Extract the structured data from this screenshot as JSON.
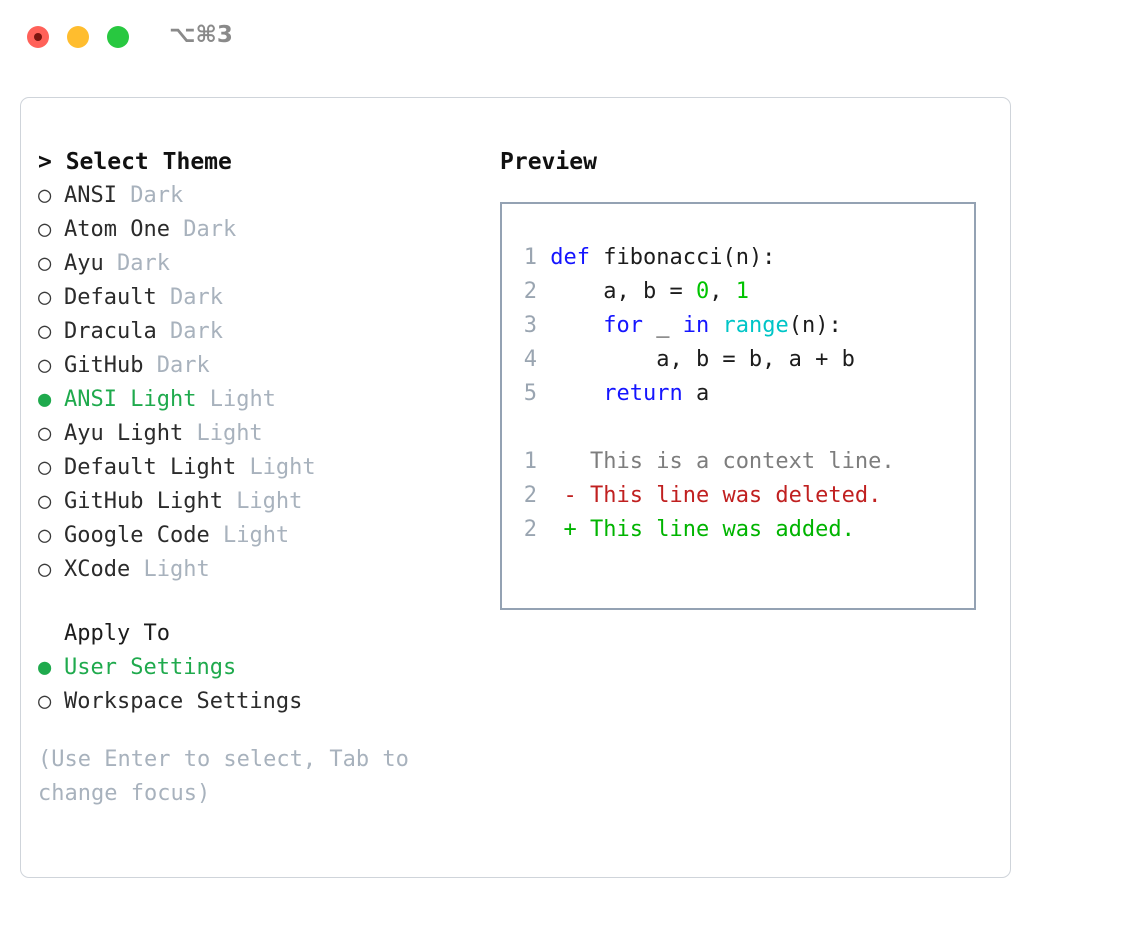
{
  "titlebar": {
    "shortcut": "⌥⌘3",
    "buttons": [
      {
        "name": "close",
        "color": "#ff6159"
      },
      {
        "name": "minimize",
        "color": "#ffbd2e"
      },
      {
        "name": "maximize",
        "color": "#28c840"
      }
    ]
  },
  "theme_panel": {
    "heading": "> Select Theme",
    "bullet_unselected": "○",
    "bullet_selected": "●",
    "items": [
      {
        "name": "ANSI",
        "kind": "Dark",
        "selected": false
      },
      {
        "name": "Atom One",
        "kind": "Dark",
        "selected": false
      },
      {
        "name": "Ayu",
        "kind": "Dark",
        "selected": false
      },
      {
        "name": "Default",
        "kind": "Dark",
        "selected": false
      },
      {
        "name": "Dracula",
        "kind": "Dark",
        "selected": false
      },
      {
        "name": "GitHub",
        "kind": "Dark",
        "selected": false
      },
      {
        "name": "ANSI Light",
        "kind": "Light",
        "selected": true
      },
      {
        "name": "Ayu Light",
        "kind": "Light",
        "selected": false
      },
      {
        "name": "Default Light",
        "kind": "Light",
        "selected": false
      },
      {
        "name": "GitHub Light",
        "kind": "Light",
        "selected": false
      },
      {
        "name": "Google Code",
        "kind": "Light",
        "selected": false
      },
      {
        "name": "XCode",
        "kind": "Light",
        "selected": false
      }
    ]
  },
  "apply_to": {
    "heading": "Apply To",
    "options": [
      {
        "label": "User Settings",
        "selected": true
      },
      {
        "label": "Workspace Settings",
        "selected": false
      }
    ]
  },
  "hint": "(Use Enter to select, Tab to change focus)",
  "preview": {
    "title": "Preview",
    "code_lines": [
      {
        "no": "1",
        "tokens": [
          {
            "t": "def",
            "c": "kw"
          },
          {
            "t": " fibonacci(n):",
            "c": "plain"
          }
        ]
      },
      {
        "no": "2",
        "tokens": [
          {
            "t": "    a, b = ",
            "c": "plain"
          },
          {
            "t": "0",
            "c": "num"
          },
          {
            "t": ", ",
            "c": "plain"
          },
          {
            "t": "1",
            "c": "num"
          }
        ]
      },
      {
        "no": "3",
        "tokens": [
          {
            "t": "    ",
            "c": "plain"
          },
          {
            "t": "for",
            "c": "kw"
          },
          {
            "t": " _ ",
            "c": "plain"
          },
          {
            "t": "in",
            "c": "kw"
          },
          {
            "t": " ",
            "c": "plain"
          },
          {
            "t": "range",
            "c": "fn"
          },
          {
            "t": "(n):",
            "c": "plain"
          }
        ]
      },
      {
        "no": "4",
        "tokens": [
          {
            "t": "        a, b = b, a + b",
            "c": "plain"
          }
        ]
      },
      {
        "no": "5",
        "tokens": [
          {
            "t": "    ",
            "c": "plain"
          },
          {
            "t": "return",
            "c": "kw"
          },
          {
            "t": " a",
            "c": "plain"
          }
        ]
      }
    ],
    "diff_lines": [
      {
        "no": "1",
        "marker": " ",
        "text": " This is a context line.",
        "cls": "d-ctx"
      },
      {
        "no": "2",
        "marker": "-",
        "text": " This line was deleted.",
        "cls": "d-del"
      },
      {
        "no": "2",
        "marker": "+",
        "text": " This line was added.",
        "cls": "d-add"
      }
    ]
  },
  "colors": {
    "accent_green": "#1faa4d",
    "muted": "#a8b2bd",
    "keyword": "#1515ff",
    "function": "#00c5c7",
    "number": "#00c400",
    "diff_add": "#00b400",
    "diff_del": "#c02020",
    "border": "#94a2b3",
    "frame_border": "#cfd4da"
  }
}
